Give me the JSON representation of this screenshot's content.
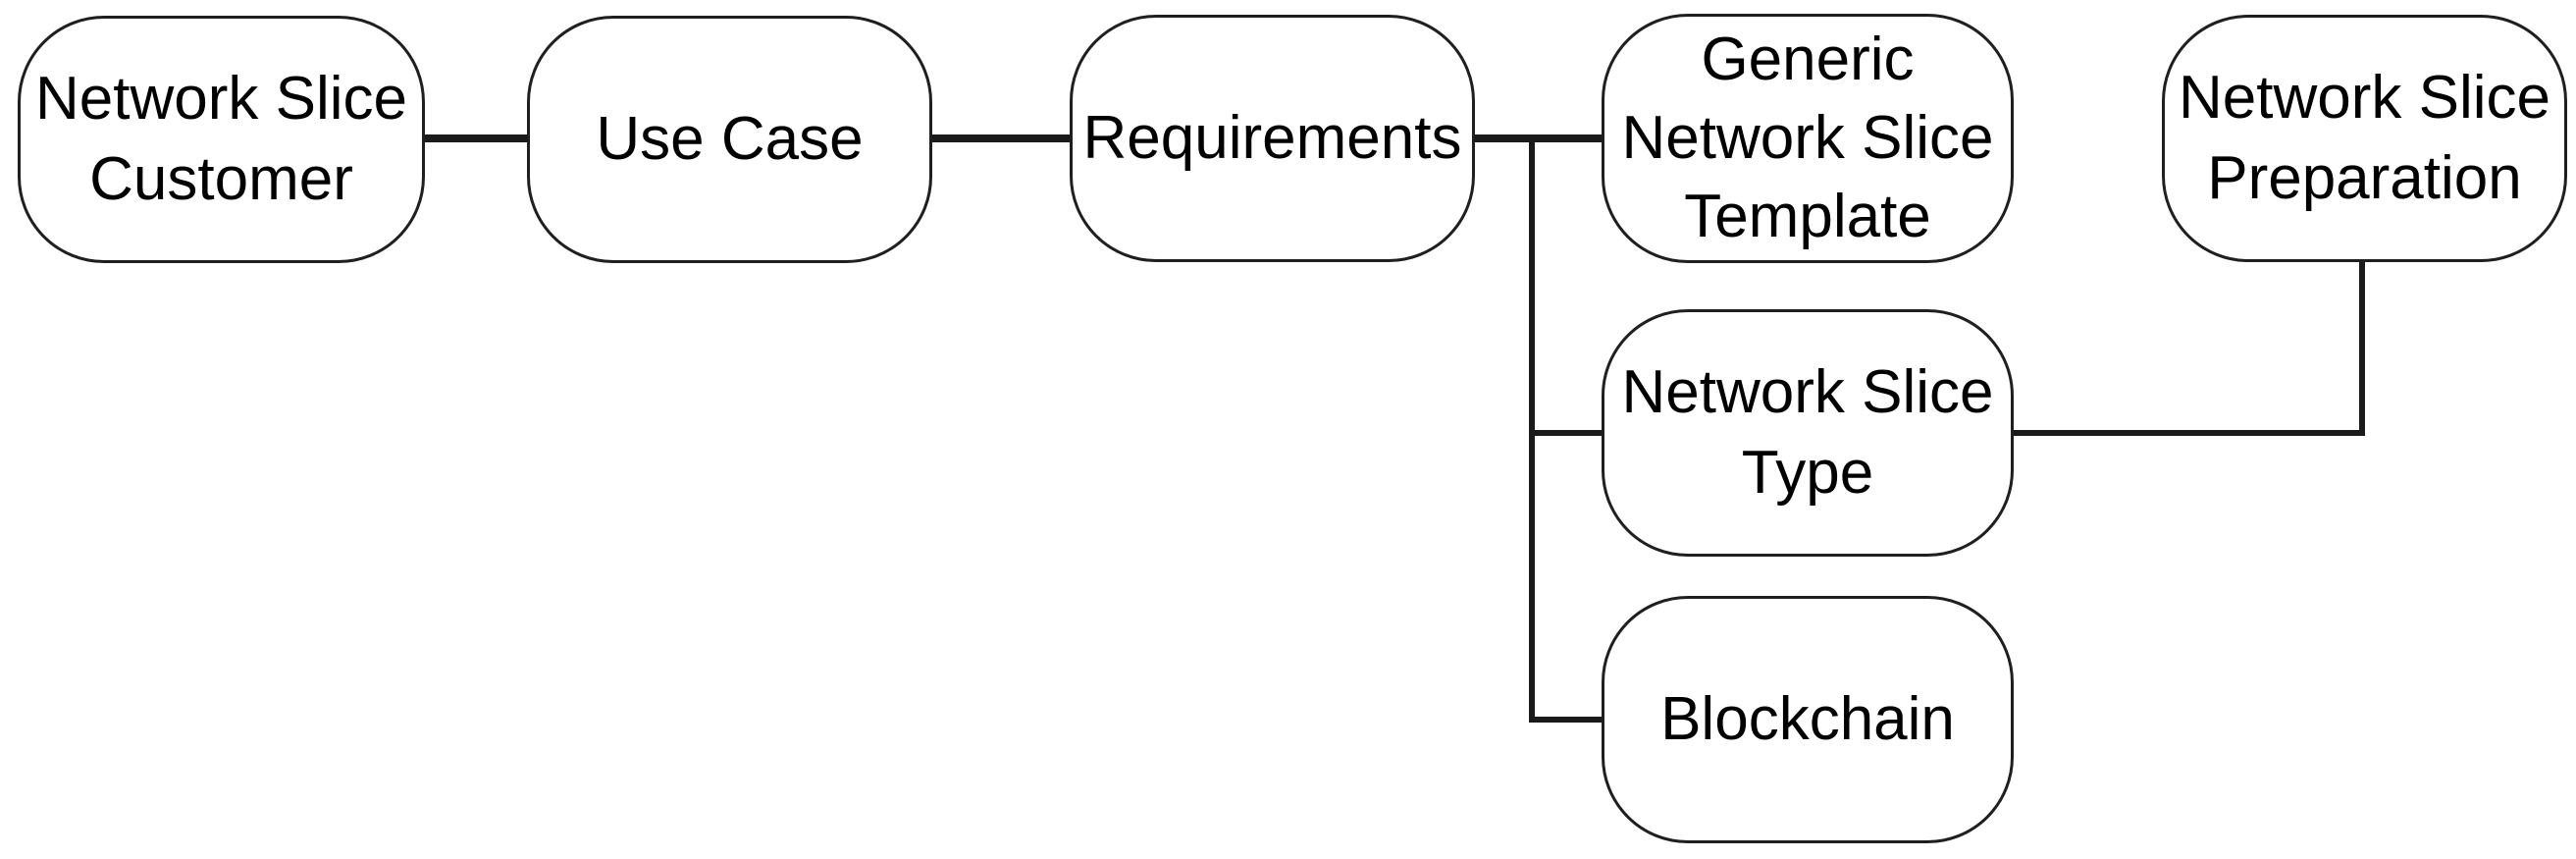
{
  "diagram": {
    "colors": {
      "background": "#ffffff",
      "node_fill": "#ffffff",
      "node_border": "#1f1f1f",
      "connector": "#1a1a1a",
      "text": "#000000"
    },
    "nodes": [
      {
        "id": "network-slice-customer",
        "label": "Network Slice\nCustomer"
      },
      {
        "id": "use-case",
        "label": "Use Case"
      },
      {
        "id": "requirements",
        "label": "Requirements"
      },
      {
        "id": "generic-network-slice-template",
        "label": "Generic\nNetwork Slice\nTemplate"
      },
      {
        "id": "network-slice-preparation",
        "label": "Network Slice\nPreparation"
      },
      {
        "id": "network-slice-type",
        "label": "Network Slice\nType"
      },
      {
        "id": "blockchain",
        "label": "Blockchain"
      }
    ],
    "edges": [
      {
        "from": "network-slice-customer",
        "to": "use-case"
      },
      {
        "from": "use-case",
        "to": "requirements"
      },
      {
        "from": "requirements",
        "to": "generic-network-slice-template"
      },
      {
        "from": "requirements",
        "to": "network-slice-type"
      },
      {
        "from": "requirements",
        "to": "blockchain"
      },
      {
        "from": "network-slice-type",
        "to": "network-slice-preparation"
      }
    ]
  }
}
